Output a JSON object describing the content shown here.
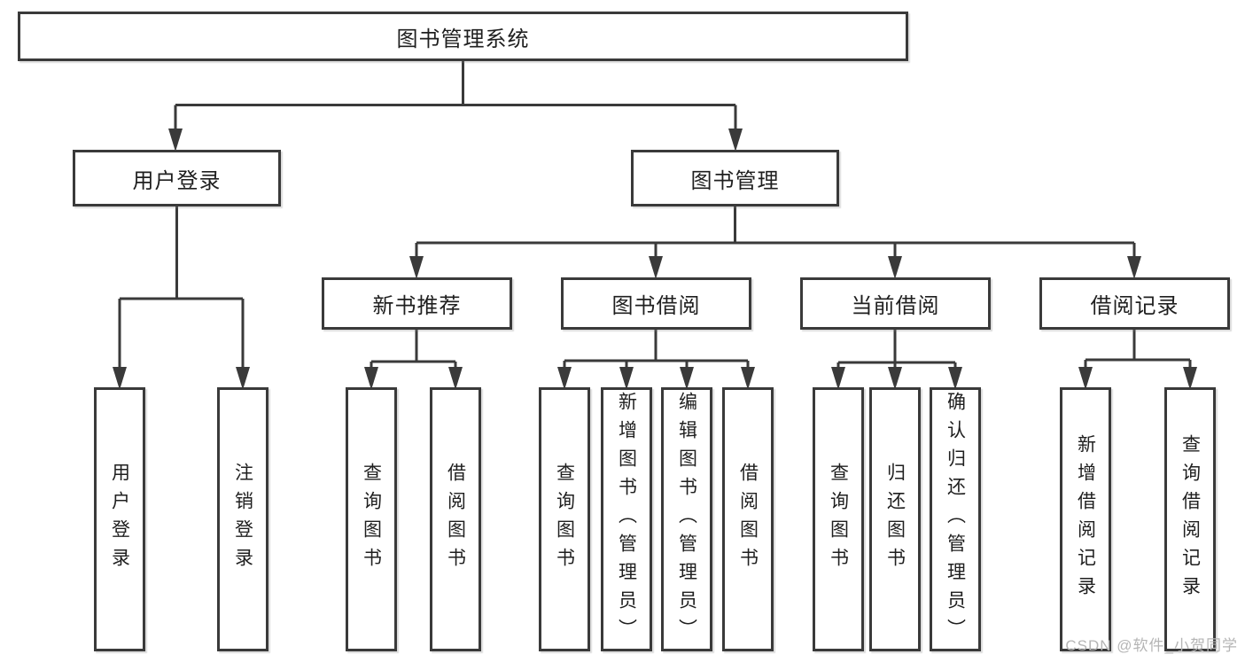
{
  "diagram": {
    "root": {
      "label": "图书管理系统",
      "children": [
        {
          "label": "用户登录",
          "children": [
            {
              "label": "用户登录"
            },
            {
              "label": "注销登录"
            }
          ]
        },
        {
          "label": "图书管理",
          "children": [
            {
              "label": "新书推荐",
              "children": [
                {
                  "label": "查询图书"
                },
                {
                  "label": "借阅图书"
                }
              ]
            },
            {
              "label": "图书借阅",
              "children": [
                {
                  "label": "查询图书"
                },
                {
                  "label": "新增图书（管理员）"
                },
                {
                  "label": "编辑图书（管理员）"
                },
                {
                  "label": "借阅图书"
                }
              ]
            },
            {
              "label": "当前借阅",
              "children": [
                {
                  "label": "查询图书"
                },
                {
                  "label": "归还图书"
                },
                {
                  "label": "确认归还（管理员）"
                }
              ]
            },
            {
              "label": "借阅记录",
              "children": [
                {
                  "label": "新增借阅记录"
                },
                {
                  "label": "查询借阅记录"
                }
              ]
            }
          ]
        }
      ]
    },
    "watermark": "CSDN @软件_小贺同学"
  },
  "colors": {
    "line": "#3a3a3a",
    "box_border": "#3a3a3a",
    "box_fill": "#ffffff",
    "text": "#1f1f1f",
    "watermark": "#b5b5b5",
    "background": "#ffffff"
  }
}
